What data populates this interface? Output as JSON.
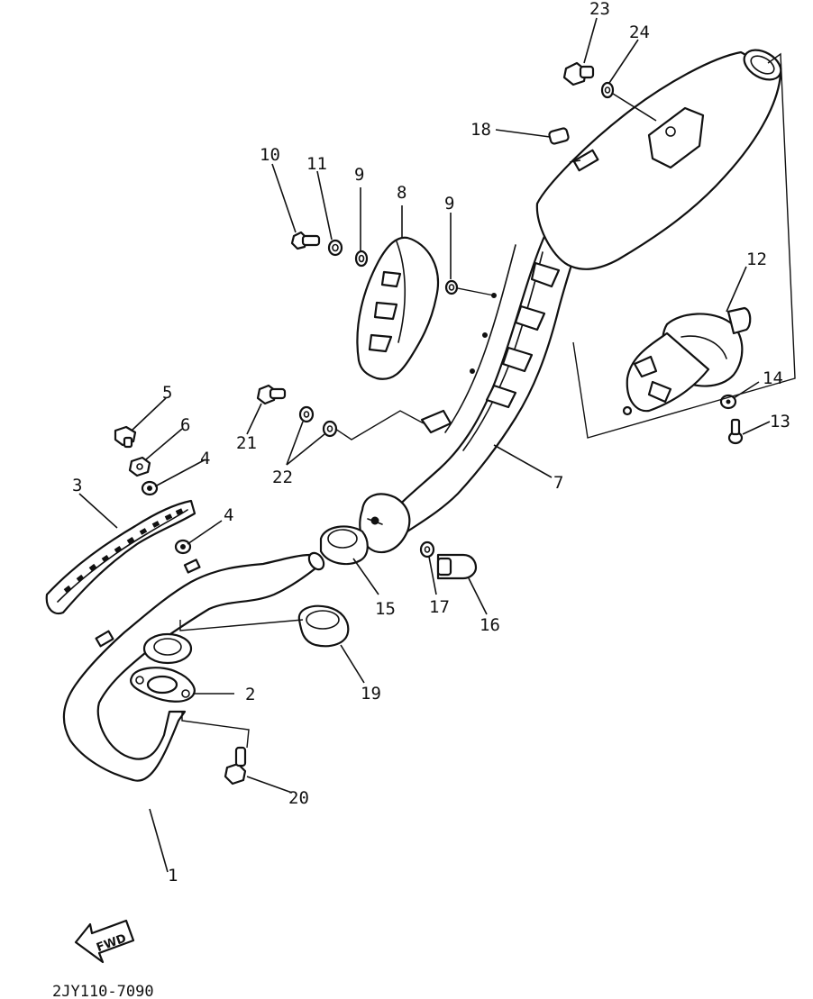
{
  "diagram": {
    "callouts": {
      "c1": "1",
      "c2": "2",
      "c3": "3",
      "c4a": "4",
      "c4b": "4",
      "c5": "5",
      "c6": "6",
      "c7": "7",
      "c8": "8",
      "c9a": "9",
      "c9b": "9",
      "c10": "10",
      "c11": "11",
      "c12": "12",
      "c13": "13",
      "c14": "14",
      "c15": "15",
      "c16": "16",
      "c17": "17",
      "c18": "18",
      "c19": "19",
      "c20": "20",
      "c21": "21",
      "c22": "22",
      "c23": "23",
      "c24": "24"
    },
    "fwd_label": "FWD",
    "drawing_code": "2JY110-7090"
  }
}
